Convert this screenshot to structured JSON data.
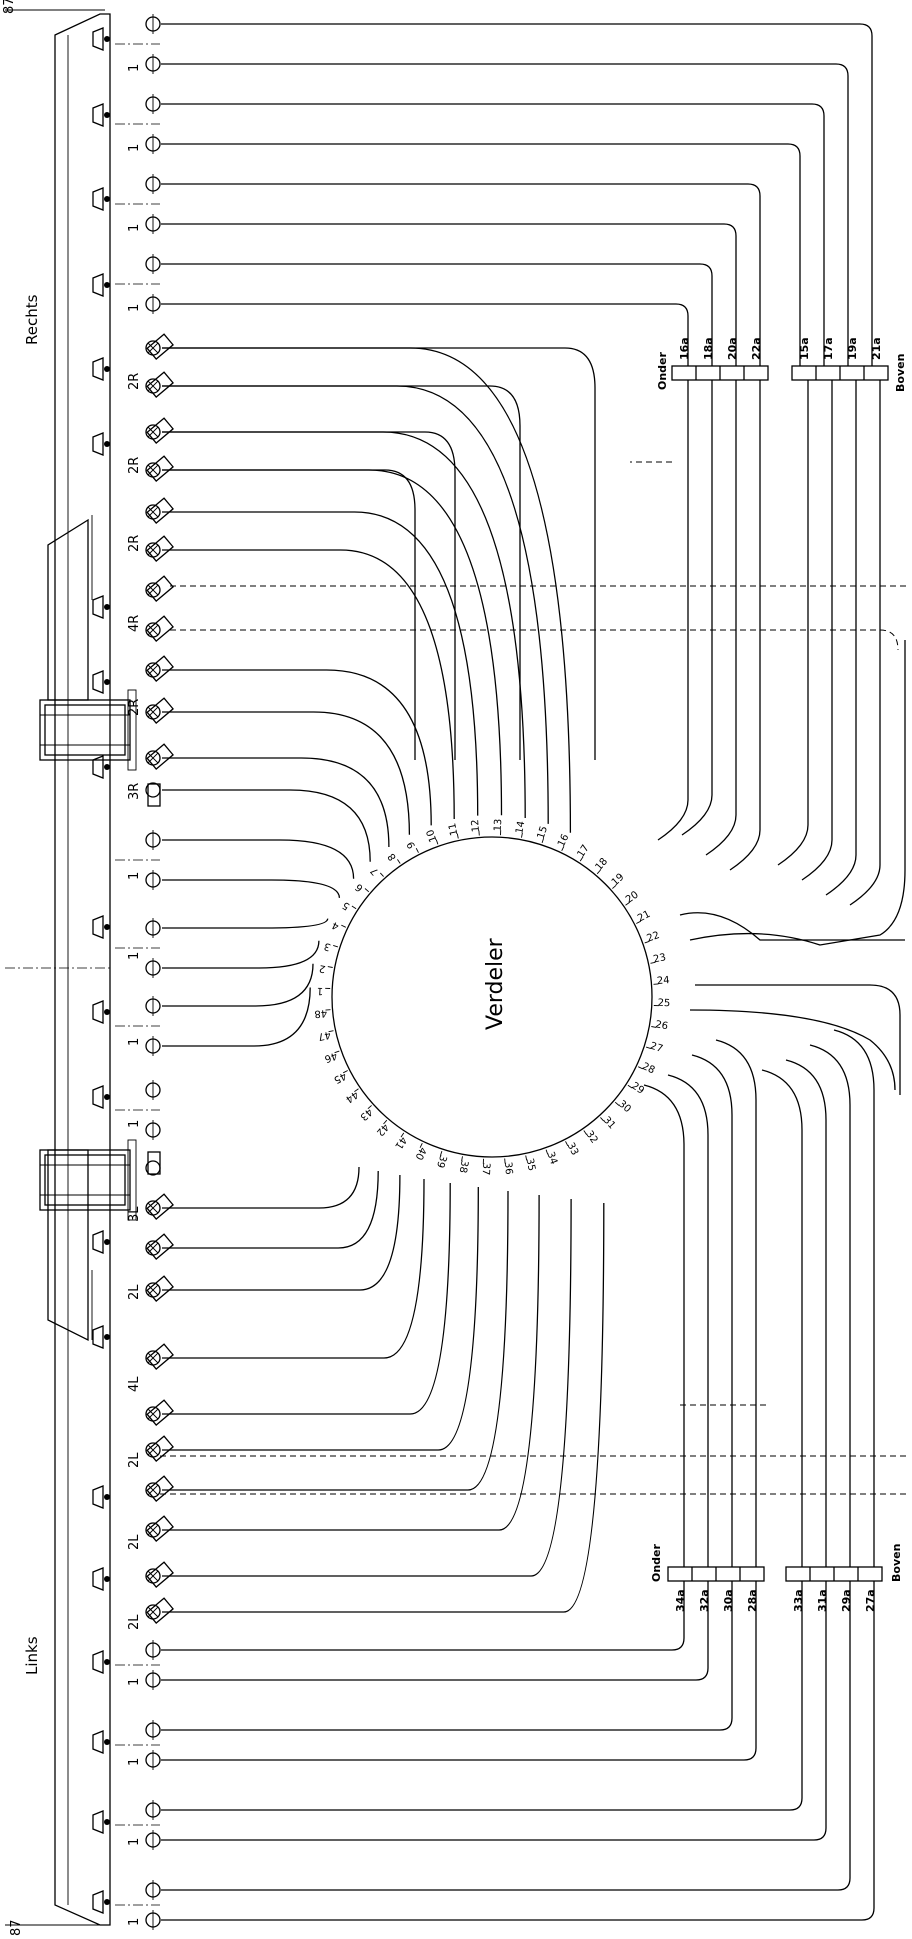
{
  "title": "Verdeler",
  "sides": {
    "right": "Rechts",
    "left": "Links"
  },
  "marker": "87",
  "right_block": {
    "onder_label": "Onder",
    "boven_label": "Boven",
    "onder_terminals": [
      "16a",
      "18a",
      "20a",
      "22a"
    ],
    "boven_terminals": [
      "15a",
      "17a",
      "19a",
      "21a"
    ]
  },
  "left_block": {
    "onder_label": "Onder",
    "boven_label": "Boven",
    "onder_terminals": [
      "34a",
      "32a",
      "30a",
      "28a"
    ],
    "boven_terminals": [
      "33a",
      "31a",
      "29a",
      "27a"
    ]
  },
  "circle_ports": [
    "1",
    "2",
    "3",
    "4",
    "5",
    "6",
    "7",
    "8",
    "9",
    "10",
    "11",
    "12",
    "13",
    "14",
    "15",
    "16",
    "17",
    "18",
    "19",
    "20",
    "21",
    "22",
    "23",
    "24",
    "25",
    "26",
    "27",
    "28",
    "29",
    "30",
    "31",
    "32",
    "33",
    "34",
    "35",
    "36",
    "37",
    "38",
    "39",
    "40",
    "41",
    "42",
    "43",
    "44",
    "45",
    "46",
    "47",
    "48"
  ],
  "device_labels": {
    "right": [
      "1",
      "1",
      "1",
      "1",
      "2R",
      "2R",
      "2R",
      "4R",
      "2R",
      "3R",
      "1",
      "1"
    ],
    "left": [
      "1",
      "1",
      "3L",
      "2L",
      "4L",
      "2L",
      "2L",
      "2L",
      "1",
      "1",
      "1",
      "1"
    ]
  }
}
